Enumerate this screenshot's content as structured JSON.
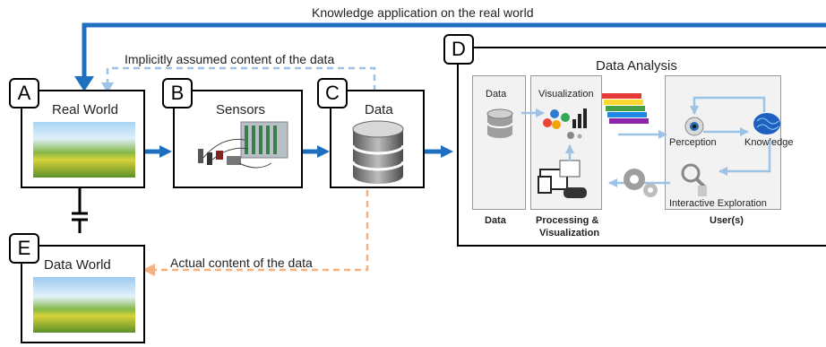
{
  "top_arrow_label": "Knowledge application on the real world",
  "assumed_label": "Implicitly assumed content of the data",
  "actual_label": "Actual content of the data",
  "boxes": {
    "a": {
      "letter": "A",
      "title": "Real World"
    },
    "b": {
      "letter": "B",
      "title": "Sensors"
    },
    "c": {
      "letter": "C",
      "title": "Data"
    },
    "d": {
      "letter": "D",
      "title": "Data Analysis"
    },
    "e": {
      "letter": "E",
      "title": "Data World"
    }
  },
  "analysis": {
    "data_label": "Data",
    "visualization_label": "Visualization",
    "perception_label": "Perception",
    "knowledge_label": "Knowledge",
    "interactive_label": "Interactive Exploration",
    "col_data": "Data",
    "col_processing_1": "Processing &",
    "col_processing_2": "Visualization",
    "col_users": "User(s)"
  },
  "colors": {
    "blue_arrow": "#1f6fc0",
    "light_blue": "#9cc3e6",
    "orange_dashed": "#f4b183",
    "dashed_blue": "#9cc3e6"
  }
}
